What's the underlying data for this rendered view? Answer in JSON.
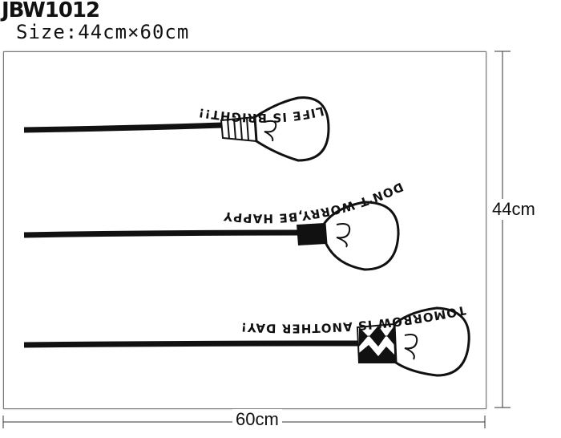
{
  "product_code": "JBW1012",
  "size_text": "Size:44cm×60cm",
  "dimensions": {
    "width_label": "60cm",
    "height_label": "44cm"
  },
  "bulbs": [
    {
      "text": "LIFE IS BRIGHT!!"
    },
    {
      "text": "DON'T WORRY,BE HAPPY"
    },
    {
      "text": "TOMORROW IS ANOTHER DAY!"
    }
  ]
}
